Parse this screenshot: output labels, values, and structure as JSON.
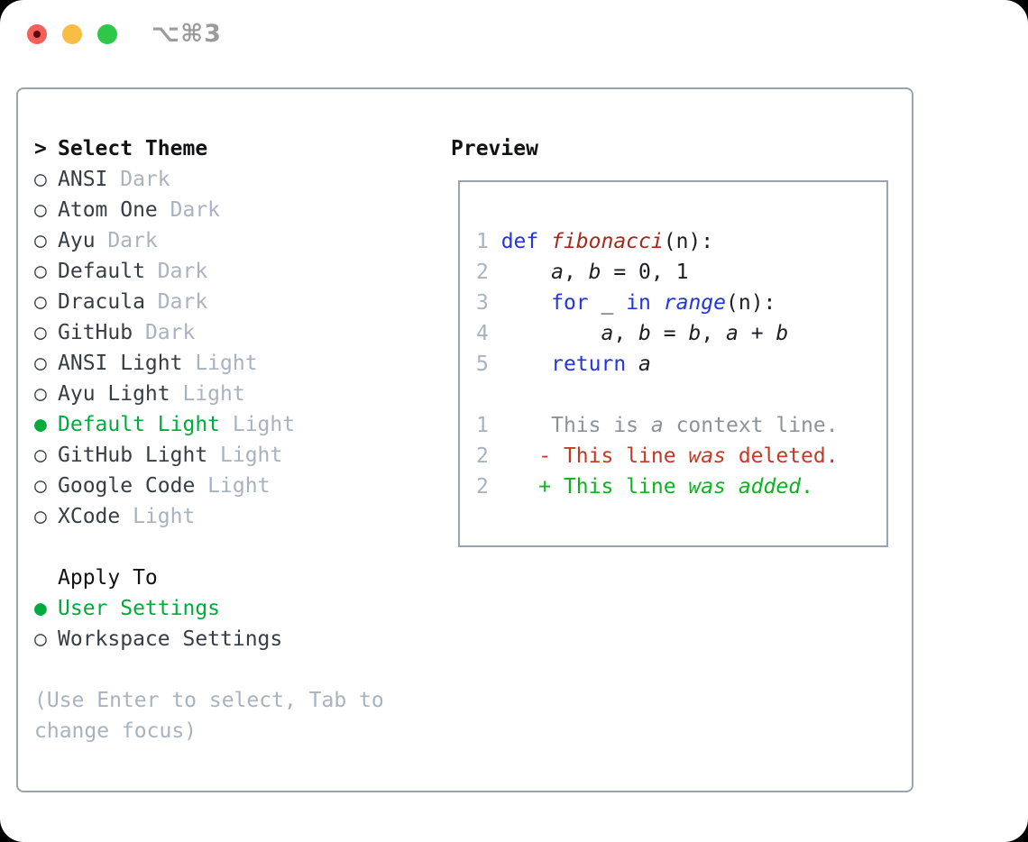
{
  "titlebar": {
    "shortcut": "⌥⌘3"
  },
  "markers": {
    "selected": "●",
    "unselected": "○",
    "focus_prefix": ">"
  },
  "colors": {
    "accent_green": "#00ab3c",
    "muted_gray": "#a9b2bf",
    "panel_border": "#9aa3ae",
    "code_keyword_blue": "#2135e0",
    "code_function_red": "#a8281c",
    "diff_deleted_red": "#c23a26",
    "diff_added_green": "#0ab520",
    "traffic_red": "#f2605a",
    "traffic_yellow": "#f7bd45",
    "traffic_green": "#2ec748"
  },
  "theme_list": {
    "title": "Select Theme",
    "themes": [
      {
        "name": "ANSI",
        "tag": "Dark",
        "selected": false
      },
      {
        "name": "Atom One",
        "tag": "Dark",
        "selected": false
      },
      {
        "name": "Ayu",
        "tag": "Dark",
        "selected": false
      },
      {
        "name": "Default",
        "tag": "Dark",
        "selected": false
      },
      {
        "name": "Dracula",
        "tag": "Dark",
        "selected": false
      },
      {
        "name": "GitHub",
        "tag": "Dark",
        "selected": false
      },
      {
        "name": "ANSI Light",
        "tag": "Light",
        "selected": false
      },
      {
        "name": "Ayu Light",
        "tag": "Light",
        "selected": false
      },
      {
        "name": "Default Light",
        "tag": "Light",
        "selected": true
      },
      {
        "name": "GitHub Light",
        "tag": "Light",
        "selected": false
      },
      {
        "name": "Google Code",
        "tag": "Light",
        "selected": false
      },
      {
        "name": "XCode",
        "tag": "Light",
        "selected": false
      }
    ]
  },
  "apply_to": {
    "title": "Apply To",
    "options": [
      {
        "name": "User Settings",
        "selected": true
      },
      {
        "name": "Workspace Settings",
        "selected": false
      }
    ]
  },
  "help_text": "(Use Enter to select, Tab to change focus)",
  "preview": {
    "title": "Preview",
    "lines": [
      {
        "segments": [
          {
            "text": "1 ",
            "style": "lineno"
          },
          {
            "text": "def ",
            "style": "kw"
          },
          {
            "text": "fibonacci",
            "style": "fn"
          },
          {
            "text": "(n):",
            "style": "plain"
          }
        ]
      },
      {
        "segments": [
          {
            "text": "2 ",
            "style": "lineno"
          },
          {
            "text": "    ",
            "style": "plain"
          },
          {
            "text": "a",
            "style": "var"
          },
          {
            "text": ", ",
            "style": "plain"
          },
          {
            "text": "b",
            "style": "var"
          },
          {
            "text": " = 0, 1",
            "style": "plain"
          }
        ]
      },
      {
        "segments": [
          {
            "text": "3 ",
            "style": "lineno"
          },
          {
            "text": "    ",
            "style": "plain"
          },
          {
            "text": "for",
            "style": "kw"
          },
          {
            "text": " _ ",
            "style": "plain"
          },
          {
            "text": "in",
            "style": "kw"
          },
          {
            "text": " ",
            "style": "plain"
          },
          {
            "text": "range",
            "style": "builtin"
          },
          {
            "text": "(n):",
            "style": "plain"
          }
        ]
      },
      {
        "segments": [
          {
            "text": "4 ",
            "style": "lineno"
          },
          {
            "text": "        ",
            "style": "plain"
          },
          {
            "text": "a",
            "style": "var"
          },
          {
            "text": ", ",
            "style": "plain"
          },
          {
            "text": "b",
            "style": "var"
          },
          {
            "text": " = ",
            "style": "plain"
          },
          {
            "text": "b",
            "style": "var"
          },
          {
            "text": ", ",
            "style": "plain"
          },
          {
            "text": "a",
            "style": "var"
          },
          {
            "text": " + ",
            "style": "plain"
          },
          {
            "text": "b",
            "style": "var"
          }
        ]
      },
      {
        "segments": [
          {
            "text": "5 ",
            "style": "lineno"
          },
          {
            "text": "    ",
            "style": "plain"
          },
          {
            "text": "return",
            "style": "kw"
          },
          {
            "text": " ",
            "style": "plain"
          },
          {
            "text": "a",
            "style": "var"
          }
        ]
      },
      {
        "segments": []
      },
      {
        "segments": [
          {
            "text": "1 ",
            "style": "lineno"
          },
          {
            "text": "    This is ",
            "style": "ctx"
          },
          {
            "text": "a",
            "style": "ctx-i"
          },
          {
            "text": " context line.",
            "style": "ctx"
          }
        ]
      },
      {
        "segments": [
          {
            "text": "2 ",
            "style": "lineno"
          },
          {
            "text": "   - This line ",
            "style": "del"
          },
          {
            "text": "was",
            "style": "del-i"
          },
          {
            "text": " deleted.",
            "style": "del"
          }
        ]
      },
      {
        "segments": [
          {
            "text": "2 ",
            "style": "lineno"
          },
          {
            "text": "   + This line ",
            "style": "add"
          },
          {
            "text": "was",
            "style": "add-i"
          },
          {
            "text": " ",
            "style": "add"
          },
          {
            "text": "added",
            "style": "add-i"
          },
          {
            "text": ".",
            "style": "add"
          }
        ]
      }
    ]
  }
}
